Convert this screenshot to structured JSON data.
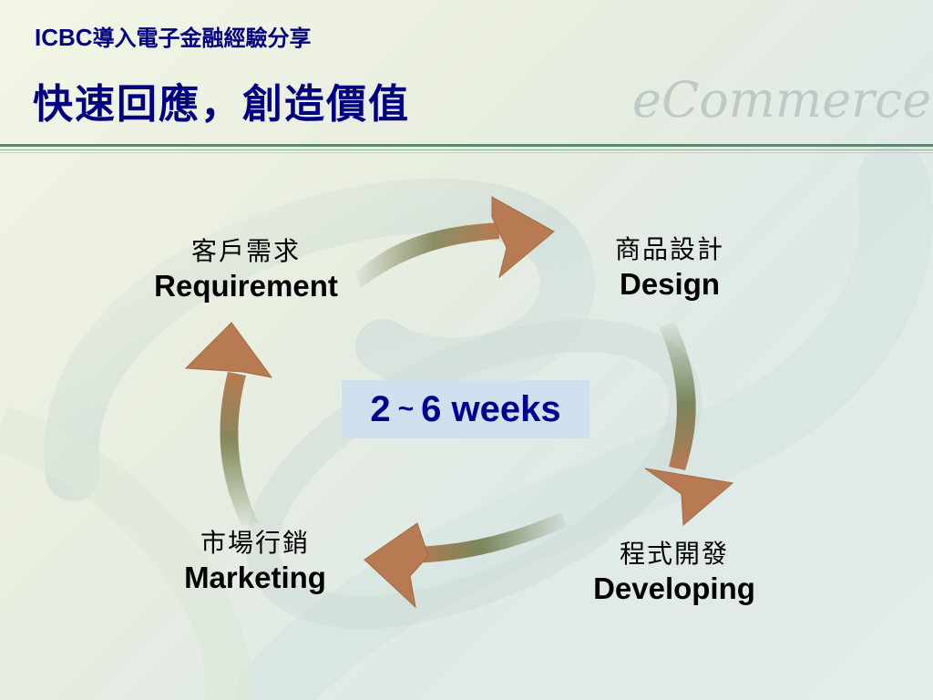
{
  "header": {
    "subtitle_en": "ICBC",
    "subtitle_zh": "導入電子金融經驗分享",
    "title": "快速回應，創造價值",
    "watermark": "eCommerce"
  },
  "cycle": {
    "stages": [
      {
        "zh": "客戶需求",
        "en": "Requirement"
      },
      {
        "zh": "商品設計",
        "en": "Design"
      },
      {
        "zh": "程式開發",
        "en": "Developing"
      },
      {
        "zh": "市場行銷",
        "en": "Marketing"
      }
    ],
    "center": {
      "from": "2",
      "tilde": "~",
      "to": "6 weeks"
    }
  },
  "colors": {
    "title": "#000080",
    "center_text": "#000090",
    "center_box": "#cfe0ef",
    "arrow_head": "#b87a52",
    "arrow_tail": "#6f7f52",
    "rule": "#5d8a6a"
  }
}
